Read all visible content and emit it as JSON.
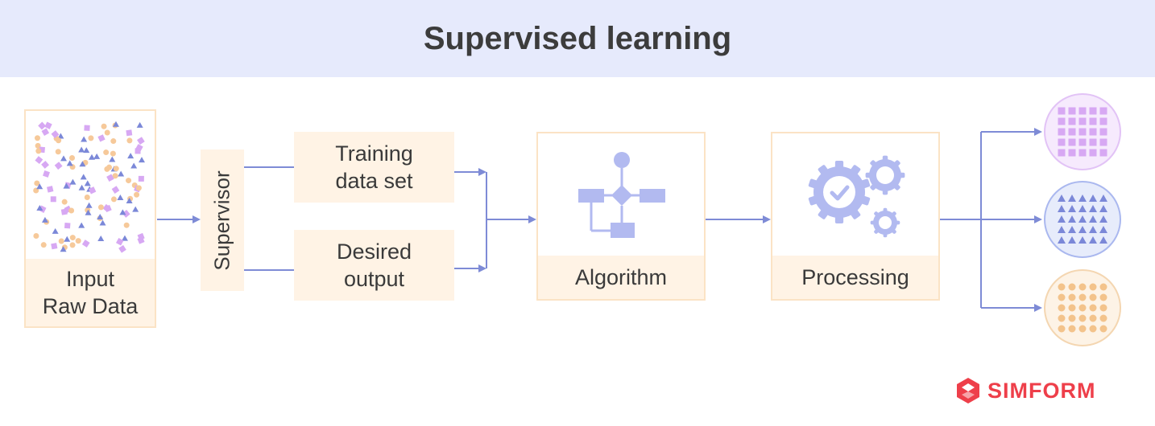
{
  "title": "Supervised learning",
  "nodes": {
    "input": {
      "line1": "Input",
      "line2": "Raw Data"
    },
    "supervisor": "Supervisor",
    "training": {
      "line1": "Training",
      "line2": "data set"
    },
    "desired": {
      "line1": "Desired",
      "line2": "output"
    },
    "algorithm": "Algorithm",
    "processing": "Processing"
  },
  "outputs": [
    {
      "pattern": "squares",
      "color": "#d7a8f3",
      "border": "#e2c3f6",
      "bg": "#f6eafd"
    },
    {
      "pattern": "triangles",
      "color": "#7b88d8",
      "border": "#aab8ef",
      "bg": "#e7ecfb"
    },
    {
      "pattern": "circles",
      "color": "#f3c38b",
      "border": "#f4d6b1",
      "bg": "#fdf3e6"
    }
  ],
  "colors": {
    "header_bg": "#e6eafc",
    "box_border": "#fbe3c5",
    "box_fill": "#fff3e5",
    "arrow": "#7e8bd6",
    "icon": "#b2baf0",
    "brand": "#ee3f4a"
  },
  "brand": "SIMFORM"
}
